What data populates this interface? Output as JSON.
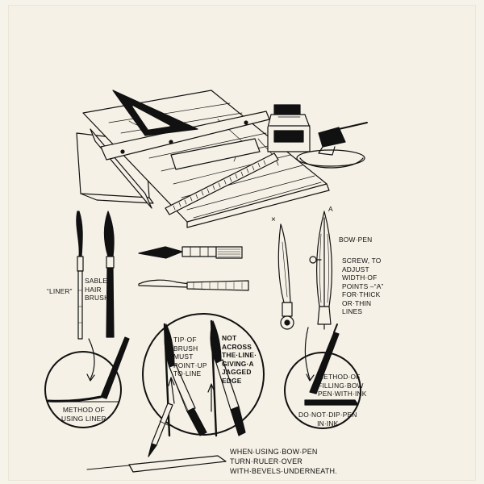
{
  "labels": {
    "liner": "“LINER”",
    "sable": "SABLE\nHAIR\nBRUSH",
    "x_mark": "×",
    "a_mark": "A",
    "bow_pen": "BOW·PEN",
    "screw": "SCREW, TO\nADJUST\nWIDTH·OF\nPOINTS –“A”\nFOR·THICK\nOR·THIN\nLINES",
    "method_liner": "METHOD OF\nUSING LINER",
    "tip_brush": "TIP·OF\nBRUSH\nMUST\nPOINT·UP\nTO·LINE",
    "not_across": "NOT\nACROSS\nTHE·LINE·\nGIVING·A\nJAGGED\nEDGE",
    "method_filling": "METHOD·OF\nFILLING·BOW\nPEN·WITH·INK",
    "do_not_dip": "DO·NOT·DIP·PEN\nIN·INK",
    "ruler_note": "WHEN·USING·BOW·PEN\nTURN·RULER·OVER\nWITH·BEVELS·UNDERNEATH."
  },
  "colors": {
    "paper": "#f5f1e6",
    "ink": "#111111"
  }
}
